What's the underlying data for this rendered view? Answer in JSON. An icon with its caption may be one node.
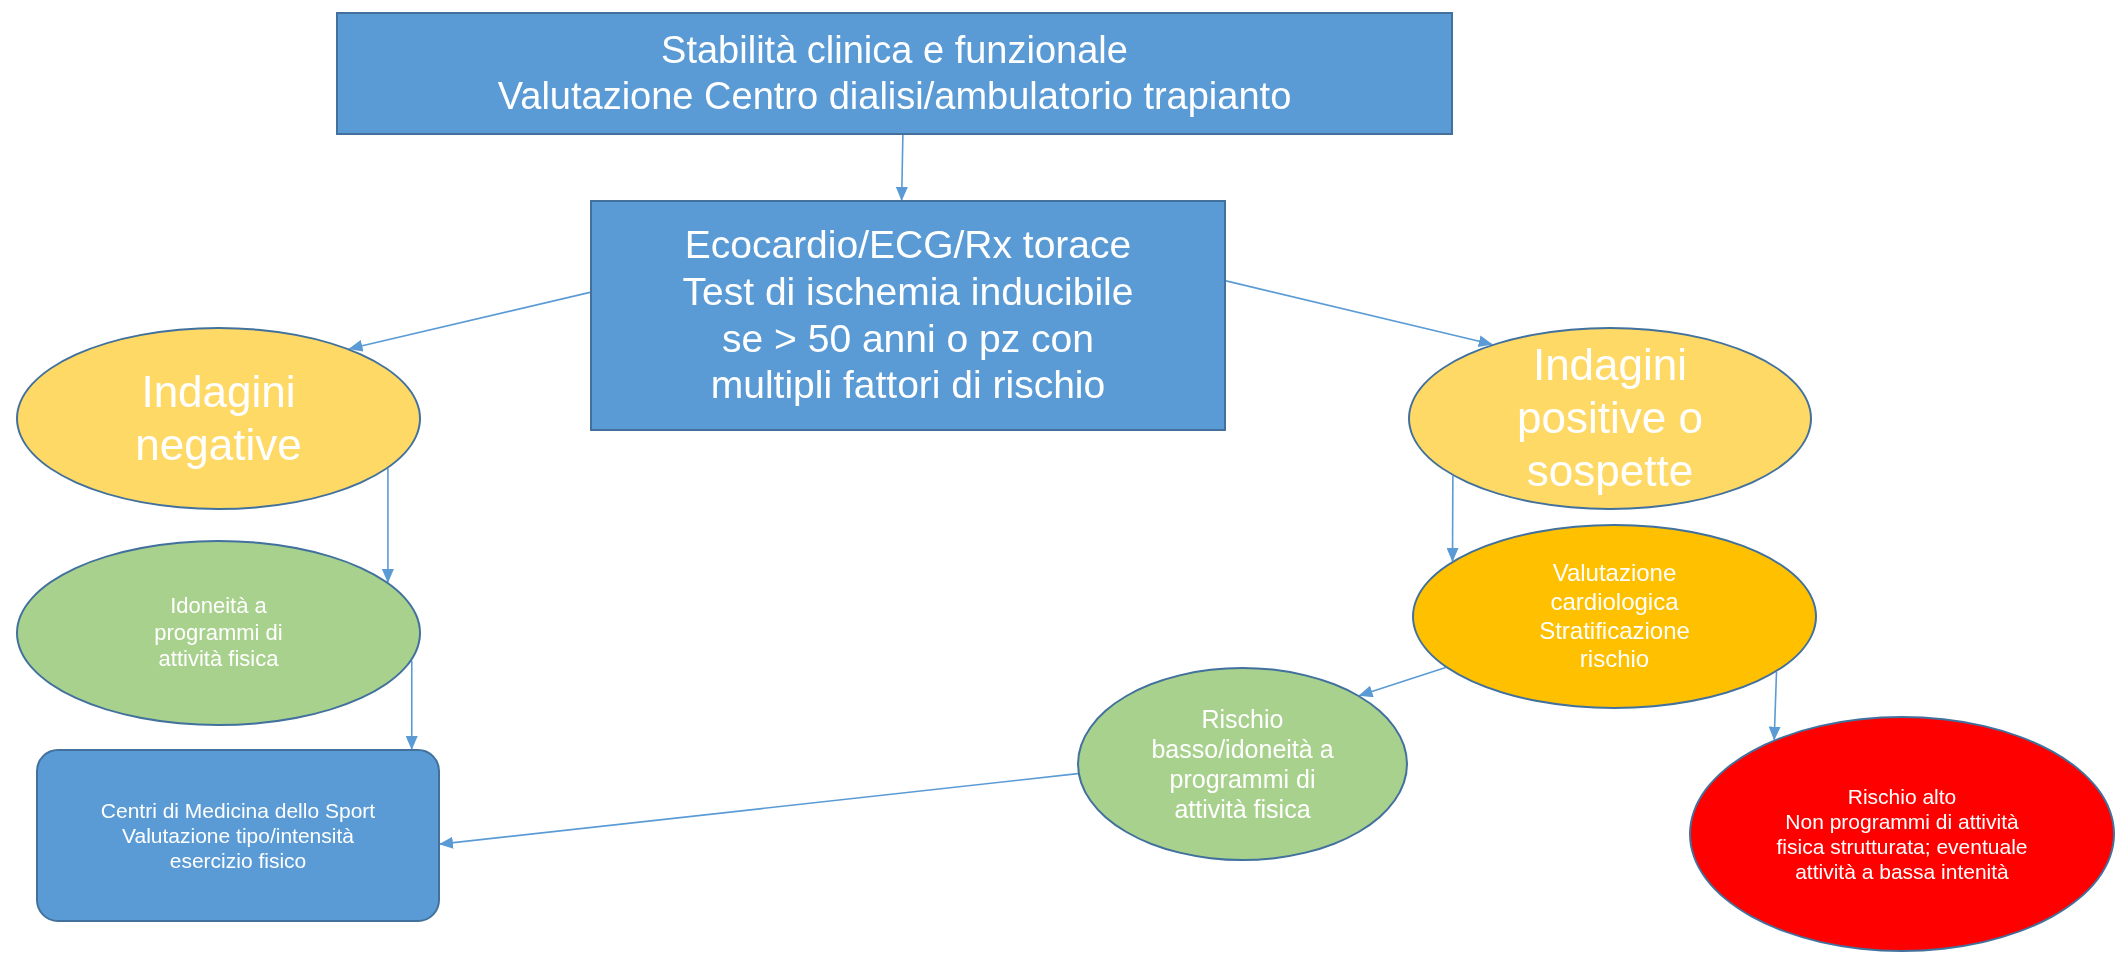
{
  "diagram": {
    "nodes": [
      {
        "text": [
          "Stabilità clinica e funzionale",
          "Valutazione Centro dialisi/ambulatorio trapianto"
        ]
      },
      {
        "text": [
          "Ecocardio/ECG/Rx torace",
          "Test di ischemia inducibile se > 50 anni o pz con multipli fattori di rischio"
        ]
      },
      {
        "text": [
          "Indagini negative"
        ]
      },
      {
        "text": [
          "Indagini positive o sospette"
        ]
      },
      {
        "text": [
          "Idoneità a programmi di attività fisica"
        ]
      },
      {
        "text": [
          "Centri di Medicina dello Sport",
          "Valutazione tipo/intensità esercizio fisico"
        ]
      },
      {
        "text": [
          "Valutazione cardiologica",
          "Stratificazione rischio"
        ]
      },
      {
        "text": [
          "Rischio basso/idoneità a programmi di attività fisica"
        ]
      },
      {
        "text": [
          "Rischio alto",
          "Non  programmi di attività fisica strutturata; eventuale attività a bassa intenità"
        ]
      }
    ],
    "edges": [
      {
        "from": 0,
        "to": 1,
        "arrow": "to"
      },
      {
        "from": 1,
        "to": 2,
        "arrow": "to"
      },
      {
        "from": 1,
        "to": 3,
        "arrow": "to"
      },
      {
        "from": 2,
        "to": 4,
        "arrow": "to"
      },
      {
        "from": 4,
        "to": 5,
        "arrow": "to"
      },
      {
        "from": 3,
        "to": 6,
        "arrow": "to"
      },
      {
        "from": 6,
        "to": 7,
        "arrow": "to"
      },
      {
        "from": 6,
        "to": 8,
        "arrow": "to"
      },
      {
        "from": 7,
        "to": 5,
        "arrow": "to"
      }
    ]
  }
}
